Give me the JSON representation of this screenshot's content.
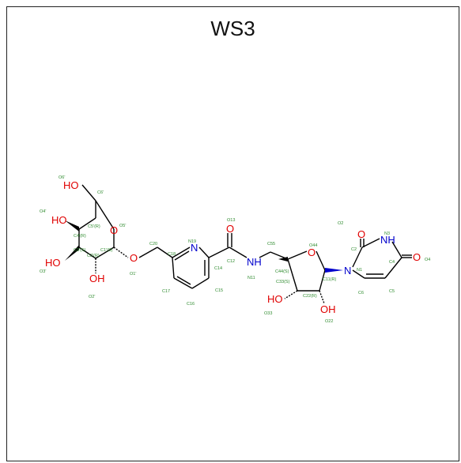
{
  "title": "WS3",
  "colors": {
    "oxygen": "#e00000",
    "nitrogen": "#0000cc",
    "carbon": "#000000",
    "label": "#2e8b2e"
  },
  "atoms": {
    "ho_top": "HO",
    "ho_4": "HO",
    "ho_3": "HO",
    "oh_2": "OH",
    "o_ring_sugar": "O",
    "o_glyc": "O",
    "n_pyr": "N",
    "o_amide": "O",
    "nh_amide": "NH",
    "o_ribose": "O",
    "ho_33": "HO",
    "oh_22": "OH",
    "n1": "N",
    "o2": "O",
    "nh3": "NH",
    "o4": "O"
  },
  "labels": {
    "l_o6": "O6'",
    "l_c6": "C6'",
    "l_o4p": "O4'",
    "l_c5r": "C5'(R)",
    "l_o5p": "O5'",
    "l_c4r": "C4'(R)",
    "l_c3s": "C3'(S)",
    "l_c2r": "C2'(R)",
    "l_c1s": "C1'(S)",
    "l_o3p": "O3'",
    "l_o2p": "O2'",
    "l_o1p": "O1'",
    "l_c20": "C20",
    "l_n19": "N19",
    "l_c18": "C18",
    "l_c17": "C17",
    "l_c16": "C16",
    "l_c15": "C15",
    "l_c14": "C14",
    "l_o13": "O13",
    "l_c12": "C12",
    "l_n11": "N11",
    "l_c55": "C55",
    "l_o44": "O44",
    "l_c44s": "C44(S)",
    "l_c11r": "C11(R)",
    "l_c33s": "C33(S)",
    "l_c22r": "C22(R)",
    "l_o33": "O33",
    "l_o22": "O22",
    "l_n1": "N1",
    "l_o2": "O2",
    "l_c2": "C2",
    "l_n3": "N3",
    "l_c4": "C4",
    "l_o4": "O4",
    "l_c5": "C5",
    "l_c6b": "C6"
  }
}
